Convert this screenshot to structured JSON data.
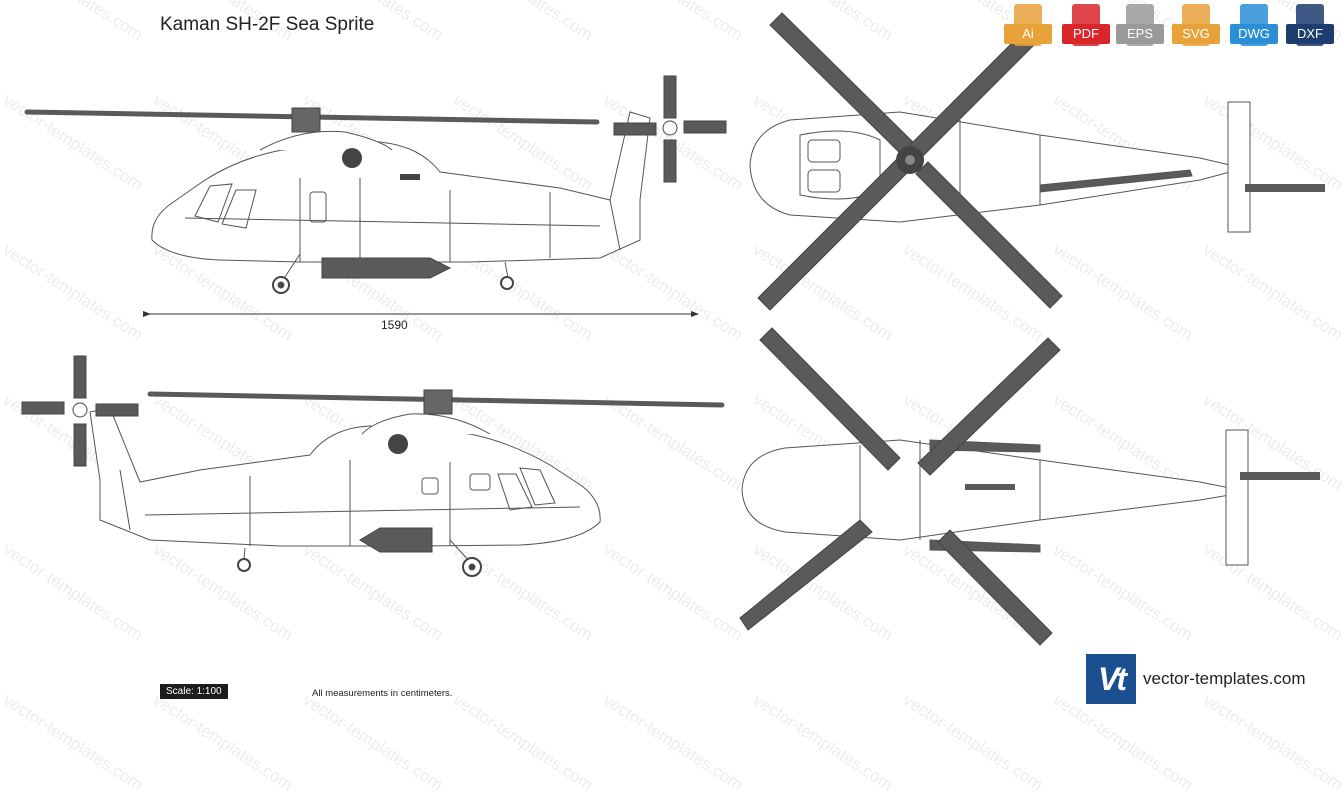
{
  "title": "Kaman SH-2F Sea Sprite",
  "dimension_label": "1590",
  "scale_label": "Scale: 1:100",
  "measurement_note": "All measurements in centimeters.",
  "brand": {
    "logo_text": "Vt",
    "site_name": "vector-templates.com"
  },
  "watermark_text": "vector-templates.com",
  "formats": [
    {
      "label": "Ai",
      "color": "#e8a23a"
    },
    {
      "label": "PDF",
      "color": "#d9262b"
    },
    {
      "label": "EPS",
      "color": "#9a9a9a"
    },
    {
      "label": "SVG",
      "color": "#e8a23a"
    },
    {
      "label": "DWG",
      "color": "#2a8fd6"
    },
    {
      "label": "DXF",
      "color": "#1c3d6e"
    }
  ],
  "colors": {
    "rotor": "#5a5a5a",
    "outline": "#555555"
  }
}
